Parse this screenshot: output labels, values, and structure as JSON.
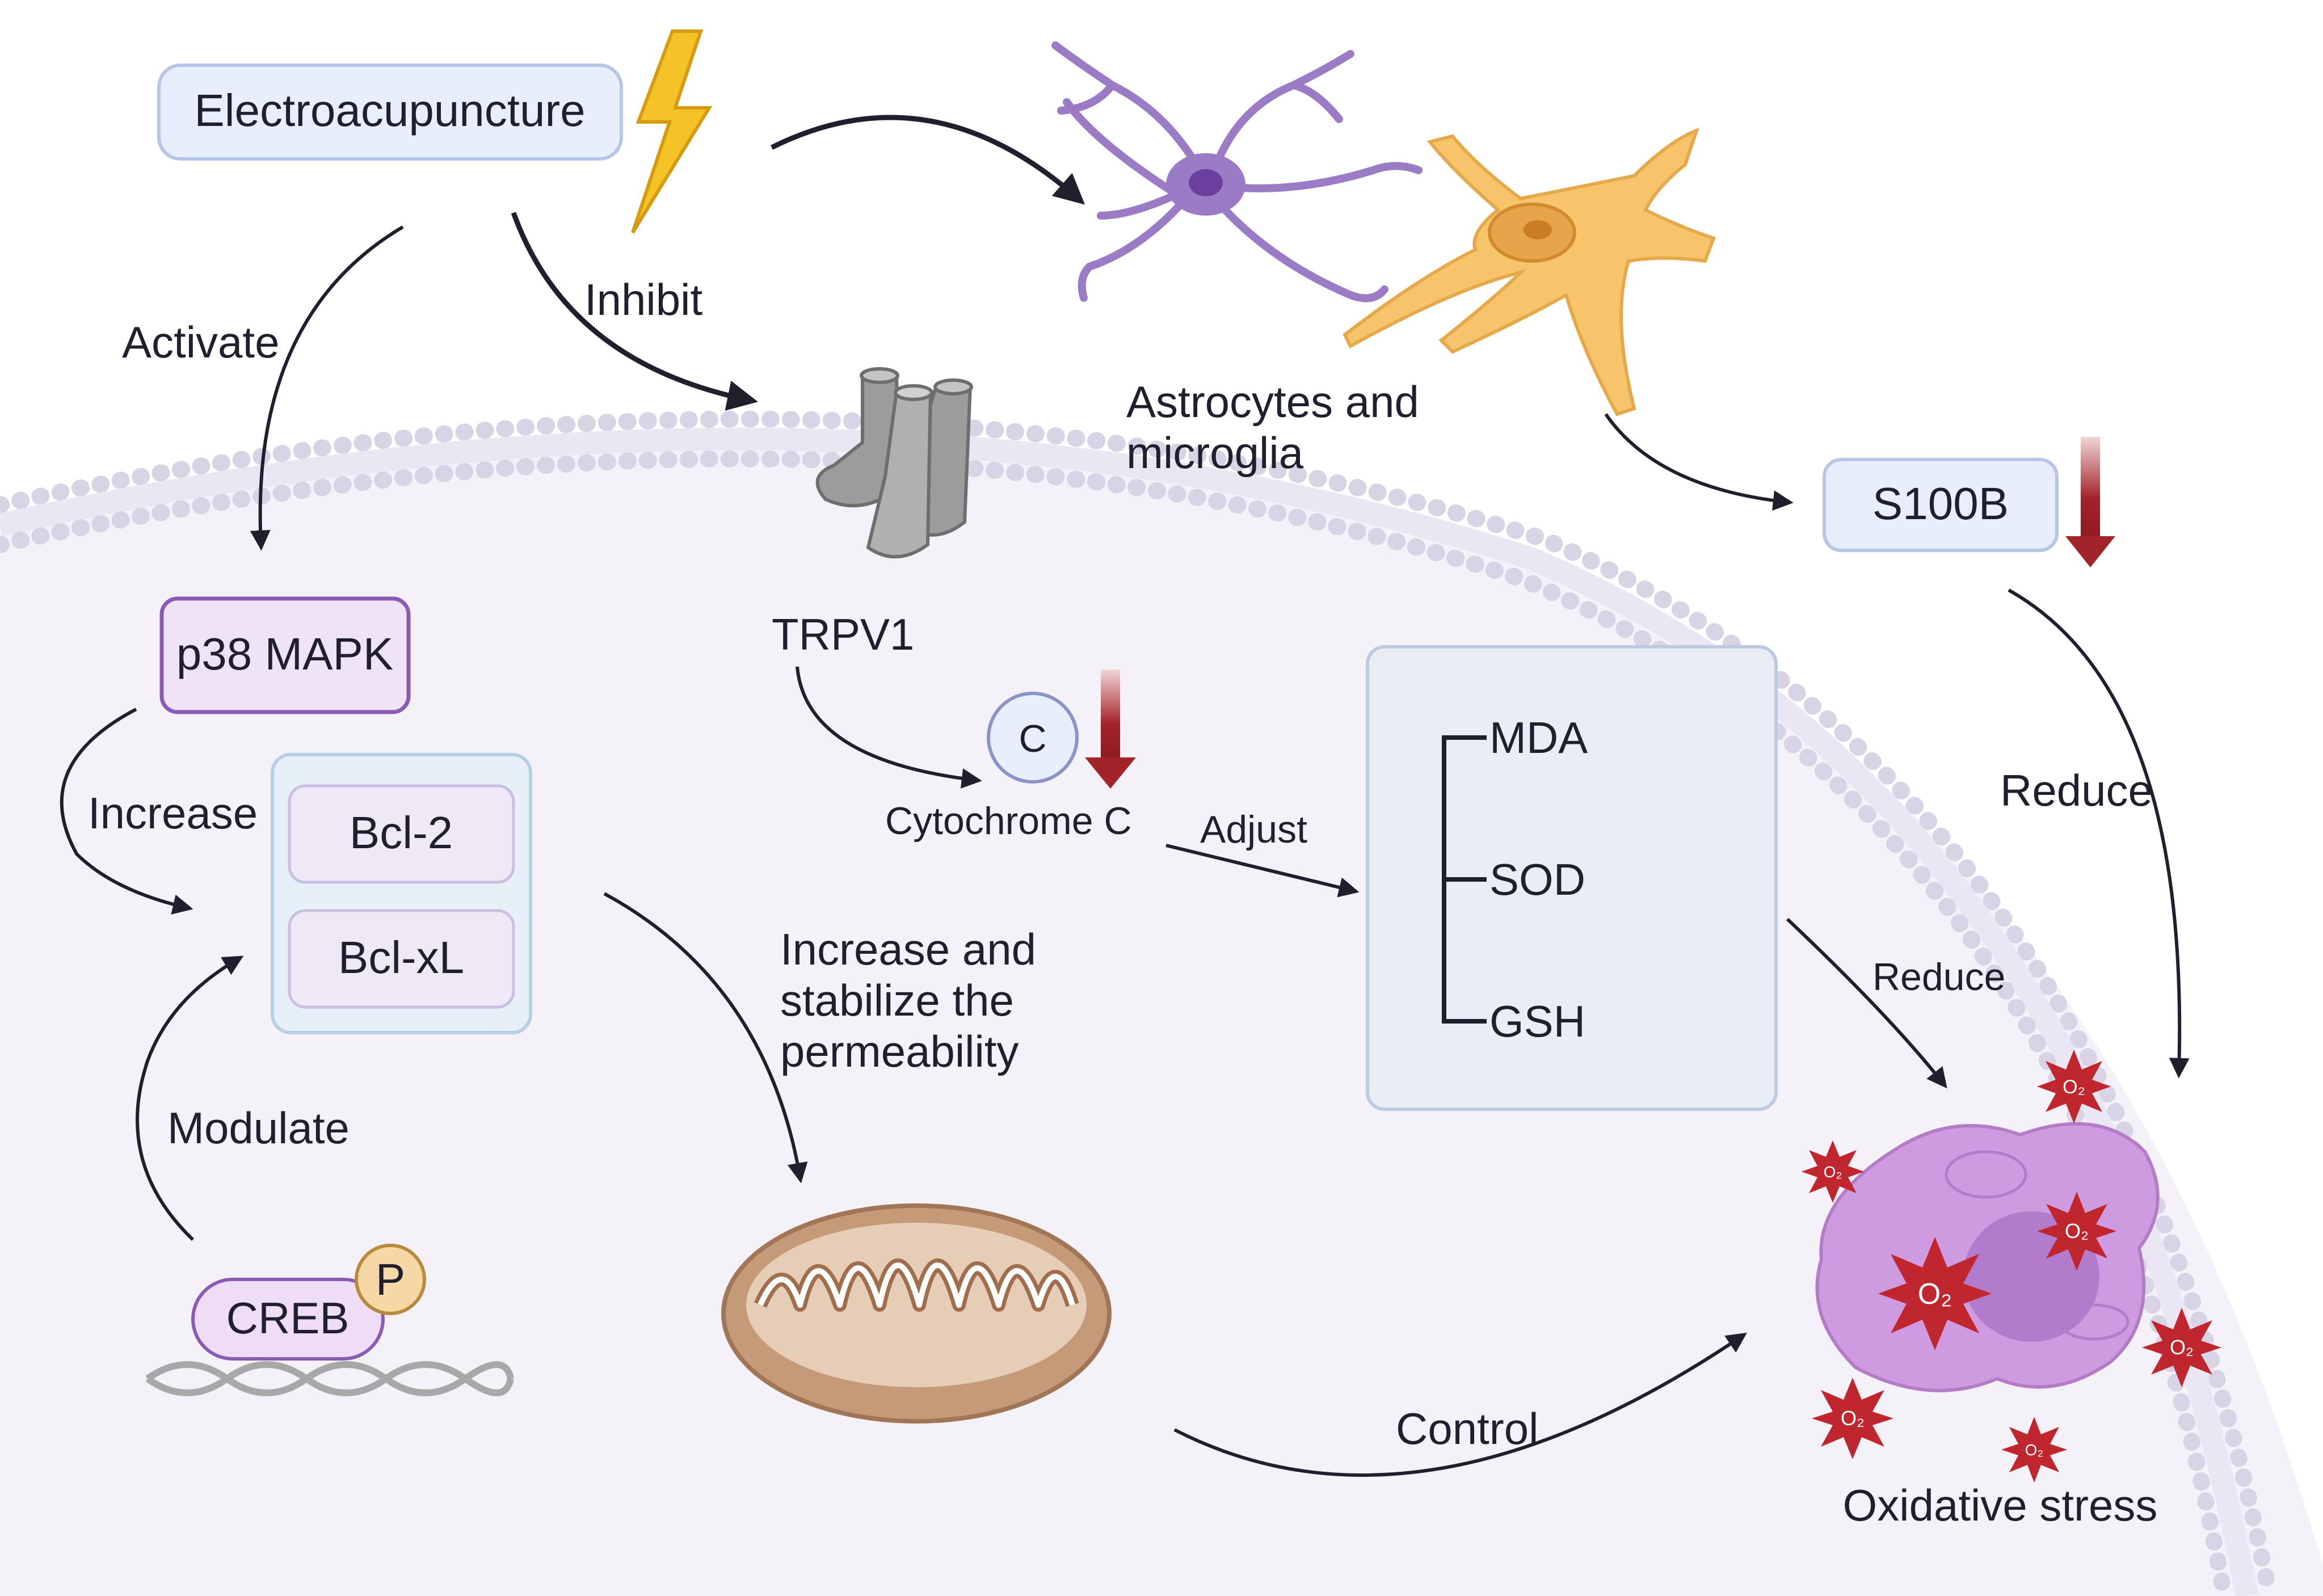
{
  "nodes": {
    "electroacupuncture": "Electroacupuncture",
    "astrocytes_line1": "Astrocytes and",
    "astrocytes_line2": "microglia",
    "s100b": "S100B",
    "trpv1": "TRPV1",
    "cytochrome_badge": "C",
    "cytochrome": "Cytochrome C",
    "p38": "p38 MAPK",
    "bcl2": "Bcl-2",
    "bclxl": "Bcl-xL",
    "creb": "CREB",
    "phospho": "P",
    "mda": "MDA",
    "sod": "SOD",
    "gsh": "GSH",
    "oxidative_stress": "Oxidative stress",
    "ros": "O₂"
  },
  "edges": {
    "activate": "Activate",
    "inhibit": "Inhibit",
    "increase": "Increase",
    "modulate": "Modulate",
    "adjust": "Adjust",
    "reduce_s100b": "Reduce",
    "reduce_markers": "Reduce",
    "permeability_line1": "Increase and",
    "permeability_line2": "stabilize the",
    "permeability_line3": "permeability",
    "control": "Control"
  },
  "colors": {
    "node_fill": "#e8eefb",
    "node_stroke": "#b8c6e6",
    "p38_fill": "#efe3f8",
    "p38_stroke": "#8a5bb5",
    "cell_fill": "#f5f1f8",
    "membrane": "#c9c3d9",
    "down_arrow": "#a3232a",
    "neuron_purple": "#9b7bc5",
    "astro_orange": "#f7c46c",
    "lightning": "#f5c228",
    "ros_red": "#c0262e",
    "stress_cell": "#cf9be0",
    "mito_brown": "#c49a78",
    "receptor_gray": "#9c9c9c"
  }
}
